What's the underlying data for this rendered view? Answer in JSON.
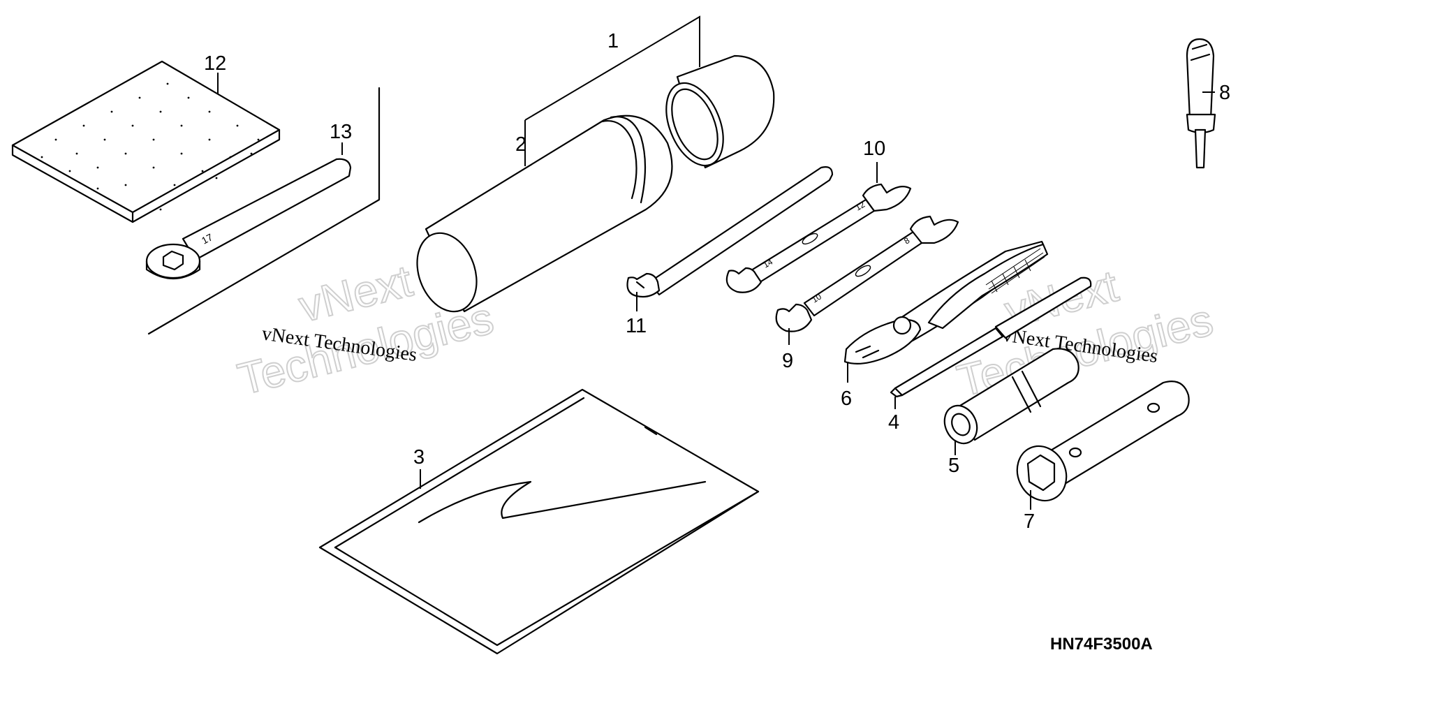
{
  "diagram_code": "HN74F3500A",
  "watermark": {
    "line1": "vNext",
    "line2": "Technologies",
    "caption": "vNext Technologies"
  },
  "callouts": [
    {
      "id": "1",
      "label": "1"
    },
    {
      "id": "2",
      "label": "2"
    },
    {
      "id": "3",
      "label": "3"
    },
    {
      "id": "4",
      "label": "4"
    },
    {
      "id": "5",
      "label": "5"
    },
    {
      "id": "6",
      "label": "6"
    },
    {
      "id": "7",
      "label": "7"
    },
    {
      "id": "8",
      "label": "8"
    },
    {
      "id": "9",
      "label": "9"
    },
    {
      "id": "10",
      "label": "10"
    },
    {
      "id": "11",
      "label": "11"
    },
    {
      "id": "12",
      "label": "12"
    },
    {
      "id": "13",
      "label": "13"
    }
  ]
}
